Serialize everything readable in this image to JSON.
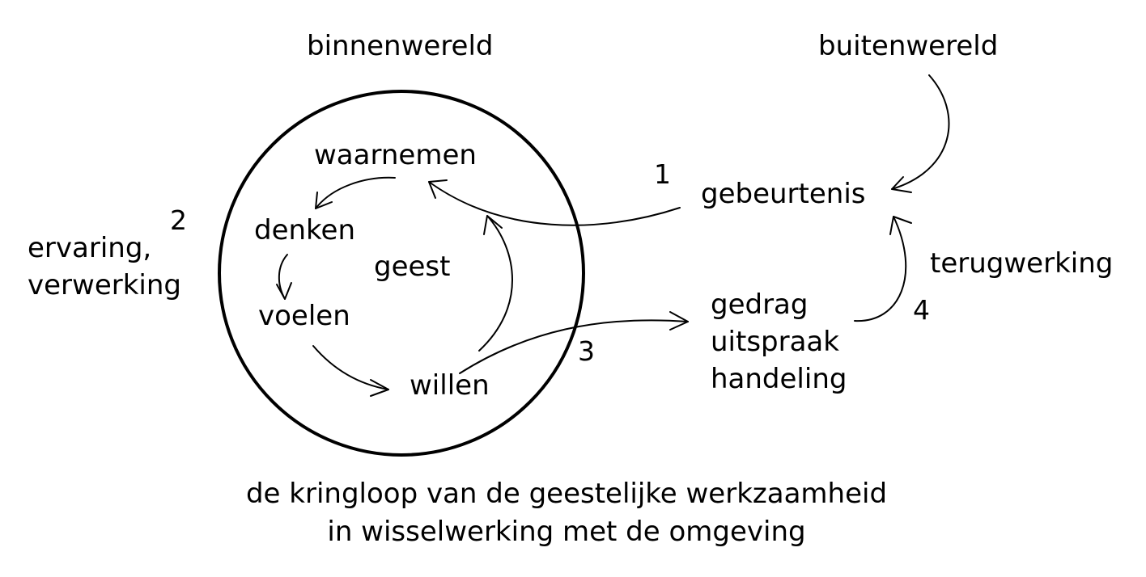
{
  "labels": {
    "binnenwereld": "binnenwereld",
    "buitenwereld": "buitenwereld",
    "waarnemen": "waarnemen",
    "denken": "denken",
    "voelen": "voelen",
    "willen": "willen",
    "geest": "geest",
    "ervaring_line1": "ervaring,",
    "ervaring_line2": "verwerking",
    "gebeurtenis": "gebeurtenis",
    "terugwerking": "terugwerking",
    "gedrag": "gedrag",
    "uitspraak": "uitspraak",
    "handeling": "handeling"
  },
  "step_numbers": {
    "one": "1",
    "two": "2",
    "three": "3",
    "four": "4"
  },
  "caption": {
    "line1": "de kringloop van de geestelijke werkzaamheid",
    "line2": "in wisselwerking met de omgeving"
  }
}
